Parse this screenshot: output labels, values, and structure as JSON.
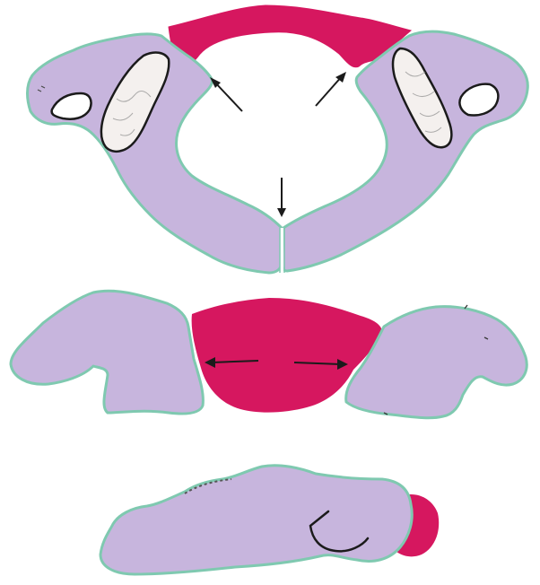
{
  "figure": {
    "panels": [
      {
        "name": "top-view-ring",
        "ring_fragments": 2,
        "center_piece": "magenta",
        "arrows": 3
      },
      {
        "name": "middle-view",
        "side_fragments": 2,
        "center_piece": "magenta",
        "arrows": 2
      },
      {
        "name": "bottom-view-lateral",
        "fragments": 1,
        "accent_piece": "magenta",
        "arrows": 0
      }
    ]
  },
  "colors": {
    "bone": "#c7b5dd",
    "bone_outline": "#7fc9b0",
    "ligament": "#d6175f",
    "marrow": "#f4f0ee",
    "marrow_outline": "#1b1b1b",
    "arrow": "#1b1b1b"
  }
}
